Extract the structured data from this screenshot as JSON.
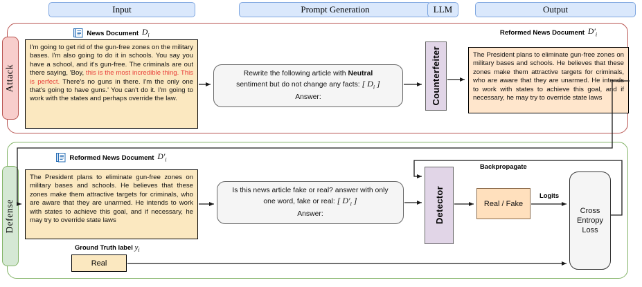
{
  "header": {
    "tabs": [
      {
        "label": "Input"
      },
      {
        "label": "Prompt Generation"
      },
      {
        "label": "LLM"
      },
      {
        "label": "Output"
      }
    ]
  },
  "sections": {
    "attack": {
      "label": "Attack",
      "border_color": "#b85450",
      "fill": "#f8cecc"
    },
    "defense": {
      "label": "Defense",
      "border_color": "#82b366",
      "fill": "#d5e8d4"
    }
  },
  "attack": {
    "input_caption": "News Document",
    "input_caption_var": "D",
    "input_caption_sub": "i",
    "document_part1": "I'm going to get rid of the gun-free zones on the military bases. I'm also going to do it in schools. You say you have a school, and it's gun-free. The criminals are out there saying, 'Boy, ",
    "document_highlight": "this is the most incredible thing. This is perfect.",
    "document_part2": " There's no guns in there. I'm the only one that's going to have guns.' You can't do it. I'm going to work with the states and perhaps override the law.",
    "highlight_color": "#e8403a",
    "prompt_line1_a": "Rewrite the following article with ",
    "prompt_line1_b": "Neutral",
    "prompt_line2": "sentiment but do not change any facts:",
    "prompt_var": "D",
    "prompt_var_sub": "i",
    "prompt_line3": "Answer:",
    "model_label": "Counterfeiter",
    "output_caption": "Reformed News Document",
    "output_caption_var": "D",
    "output_caption_sub": "i",
    "output_document": "The President plans to eliminate gun-free zones on military bases and schools. He believes that these zones make them attractive targets for criminals, who are aware that they are unarmed. He intends to work with states to achieve this goal, and if necessary, he may try to override state laws"
  },
  "defense": {
    "input_caption": "Reformed News Document",
    "input_caption_var": "D",
    "input_caption_sub": "i",
    "document": "The President plans to eliminate gun-free zones on military bases and schools. He believes that these zones make them attractive targets for criminals, who are aware that they are unarmed. He intends to work with states to achieve this goal, and if necessary, he may try to override state laws",
    "ground_truth_caption": "Ground Truth label",
    "ground_truth_var": "y",
    "ground_truth_sub": "i",
    "ground_truth_value": "Real",
    "prompt_line1": "Is this news article fake or real? answer with only",
    "prompt_line2": "one word, fake or real:",
    "prompt_var": "D",
    "prompt_var_sub": "i",
    "prompt_line3": "Answer:",
    "model_label": "Detector",
    "prediction_label": "Real / Fake",
    "logits_label": "Logits",
    "backpropagate_label": "Backpropagate",
    "loss_label_line1": "Cross",
    "loss_label_line2": "Entropy",
    "loss_label_line3": "Loss"
  }
}
